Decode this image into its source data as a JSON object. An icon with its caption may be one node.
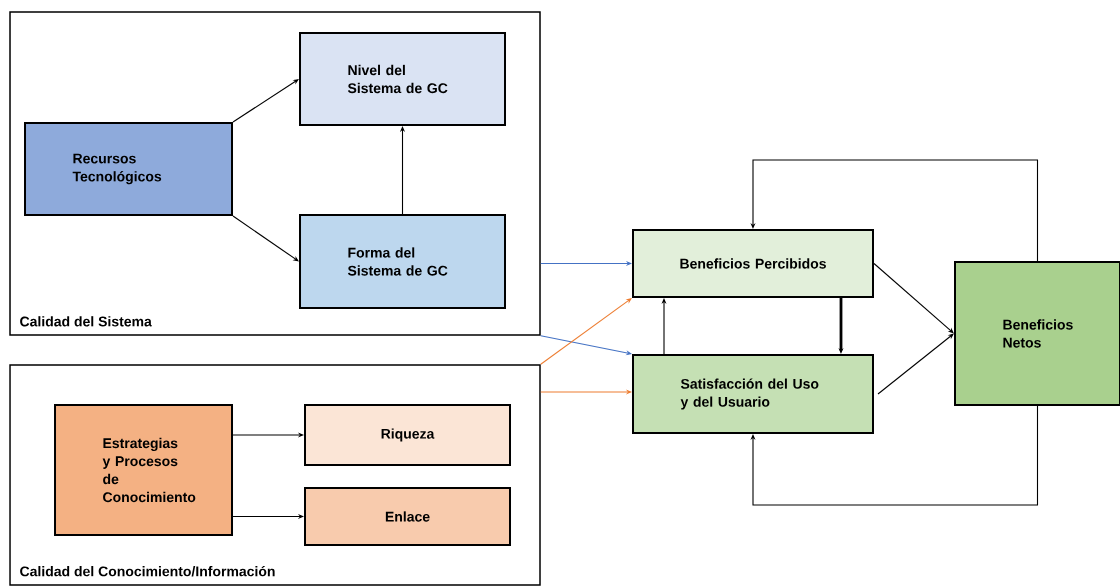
{
  "diagram": {
    "nodes": [
      {
        "text": [
          "Calidad del Sistema"
        ]
      },
      {
        "text": [
          "Recursos Tecnológicos"
        ],
        "in": 0
      },
      {
        "text": [
          "Nivel del Sistema de GC"
        ],
        "in": 0
      },
      {
        "text": [
          "Forma del Sistema de GC"
        ],
        "in": 0
      },
      {
        "text": [
          "Calidad del Conocimiento/Información"
        ]
      },
      {
        "text": [
          "Estrategias y Procesos de Conocimiento"
        ],
        "in": 4
      },
      {
        "text": [
          "Riqueza"
        ],
        "in": 4
      },
      {
        "text": [
          "Enlace"
        ],
        "in": 4
      },
      {
        "text": [
          "Beneficios Percibidos"
        ]
      },
      {
        "text": [
          "Satisfacción del Uso y del Usuario"
        ]
      },
      {
        "text": [
          "Beneficios Netos"
        ]
      }
    ],
    "edges": [
      {
        "from": 1,
        "to": 2,
        "arrow": "to"
      },
      {
        "from": 1,
        "to": 3,
        "arrow": "to"
      },
      {
        "from": 3,
        "to": 2,
        "arrow": "to"
      },
      {
        "from": 5,
        "to": 6,
        "arrow": "to"
      },
      {
        "from": 5,
        "to": 7,
        "arrow": "to"
      },
      {
        "from": 0,
        "to": 8,
        "arrow": "to",
        "color": "#4472c4"
      },
      {
        "from": 0,
        "to": 9,
        "arrow": "to",
        "color": "#4472c4"
      },
      {
        "from": 4,
        "to": 8,
        "arrow": "to",
        "color": "#ed7d31"
      },
      {
        "from": 4,
        "to": 9,
        "arrow": "to",
        "color": "#ed7d31"
      },
      {
        "from": 9,
        "to": 8,
        "arrow": "to"
      },
      {
        "from": 8,
        "to": 9,
        "arrow": "to",
        "style": "thick"
      },
      {
        "from": 8,
        "to": 10,
        "arrow": "to"
      },
      {
        "from": 9,
        "to": 10,
        "arrow": "to"
      },
      {
        "from": 10,
        "to": 8,
        "arrow": "to"
      },
      {
        "from": 10,
        "to": 9,
        "arrow": "to"
      }
    ]
  }
}
